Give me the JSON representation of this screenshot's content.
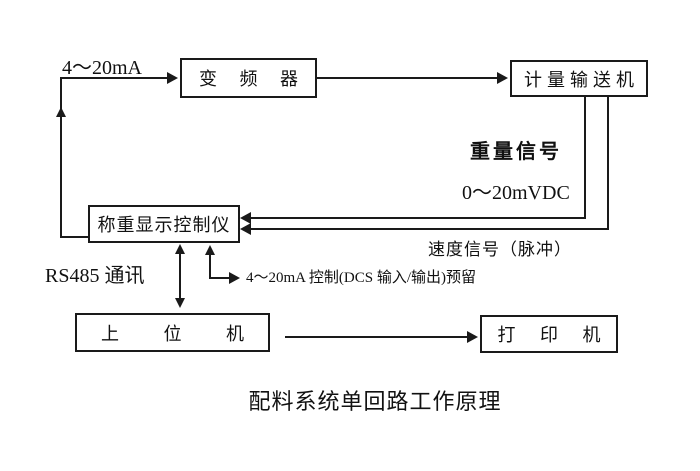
{
  "diagram": {
    "title": "配料系统单回路工作原理",
    "nodes": {
      "inverter": "变 频 器",
      "conveyor": "计量输送机",
      "controller": "称重显示控制仪",
      "host": "上 位 机",
      "printer": "打 印 机"
    },
    "labels": {
      "loop_current": "4～20mA",
      "weight_signal": "重量信号",
      "weight_range": "0～20mVDC",
      "speed_signal": "速度信号（脉冲）",
      "rs485": "RS485 通讯",
      "dcs_reserved": "4～20mA 控制(DCS 输入/输出)预留"
    },
    "colors": {
      "ink": "#1a1a1a",
      "background": "#ffffff"
    }
  }
}
